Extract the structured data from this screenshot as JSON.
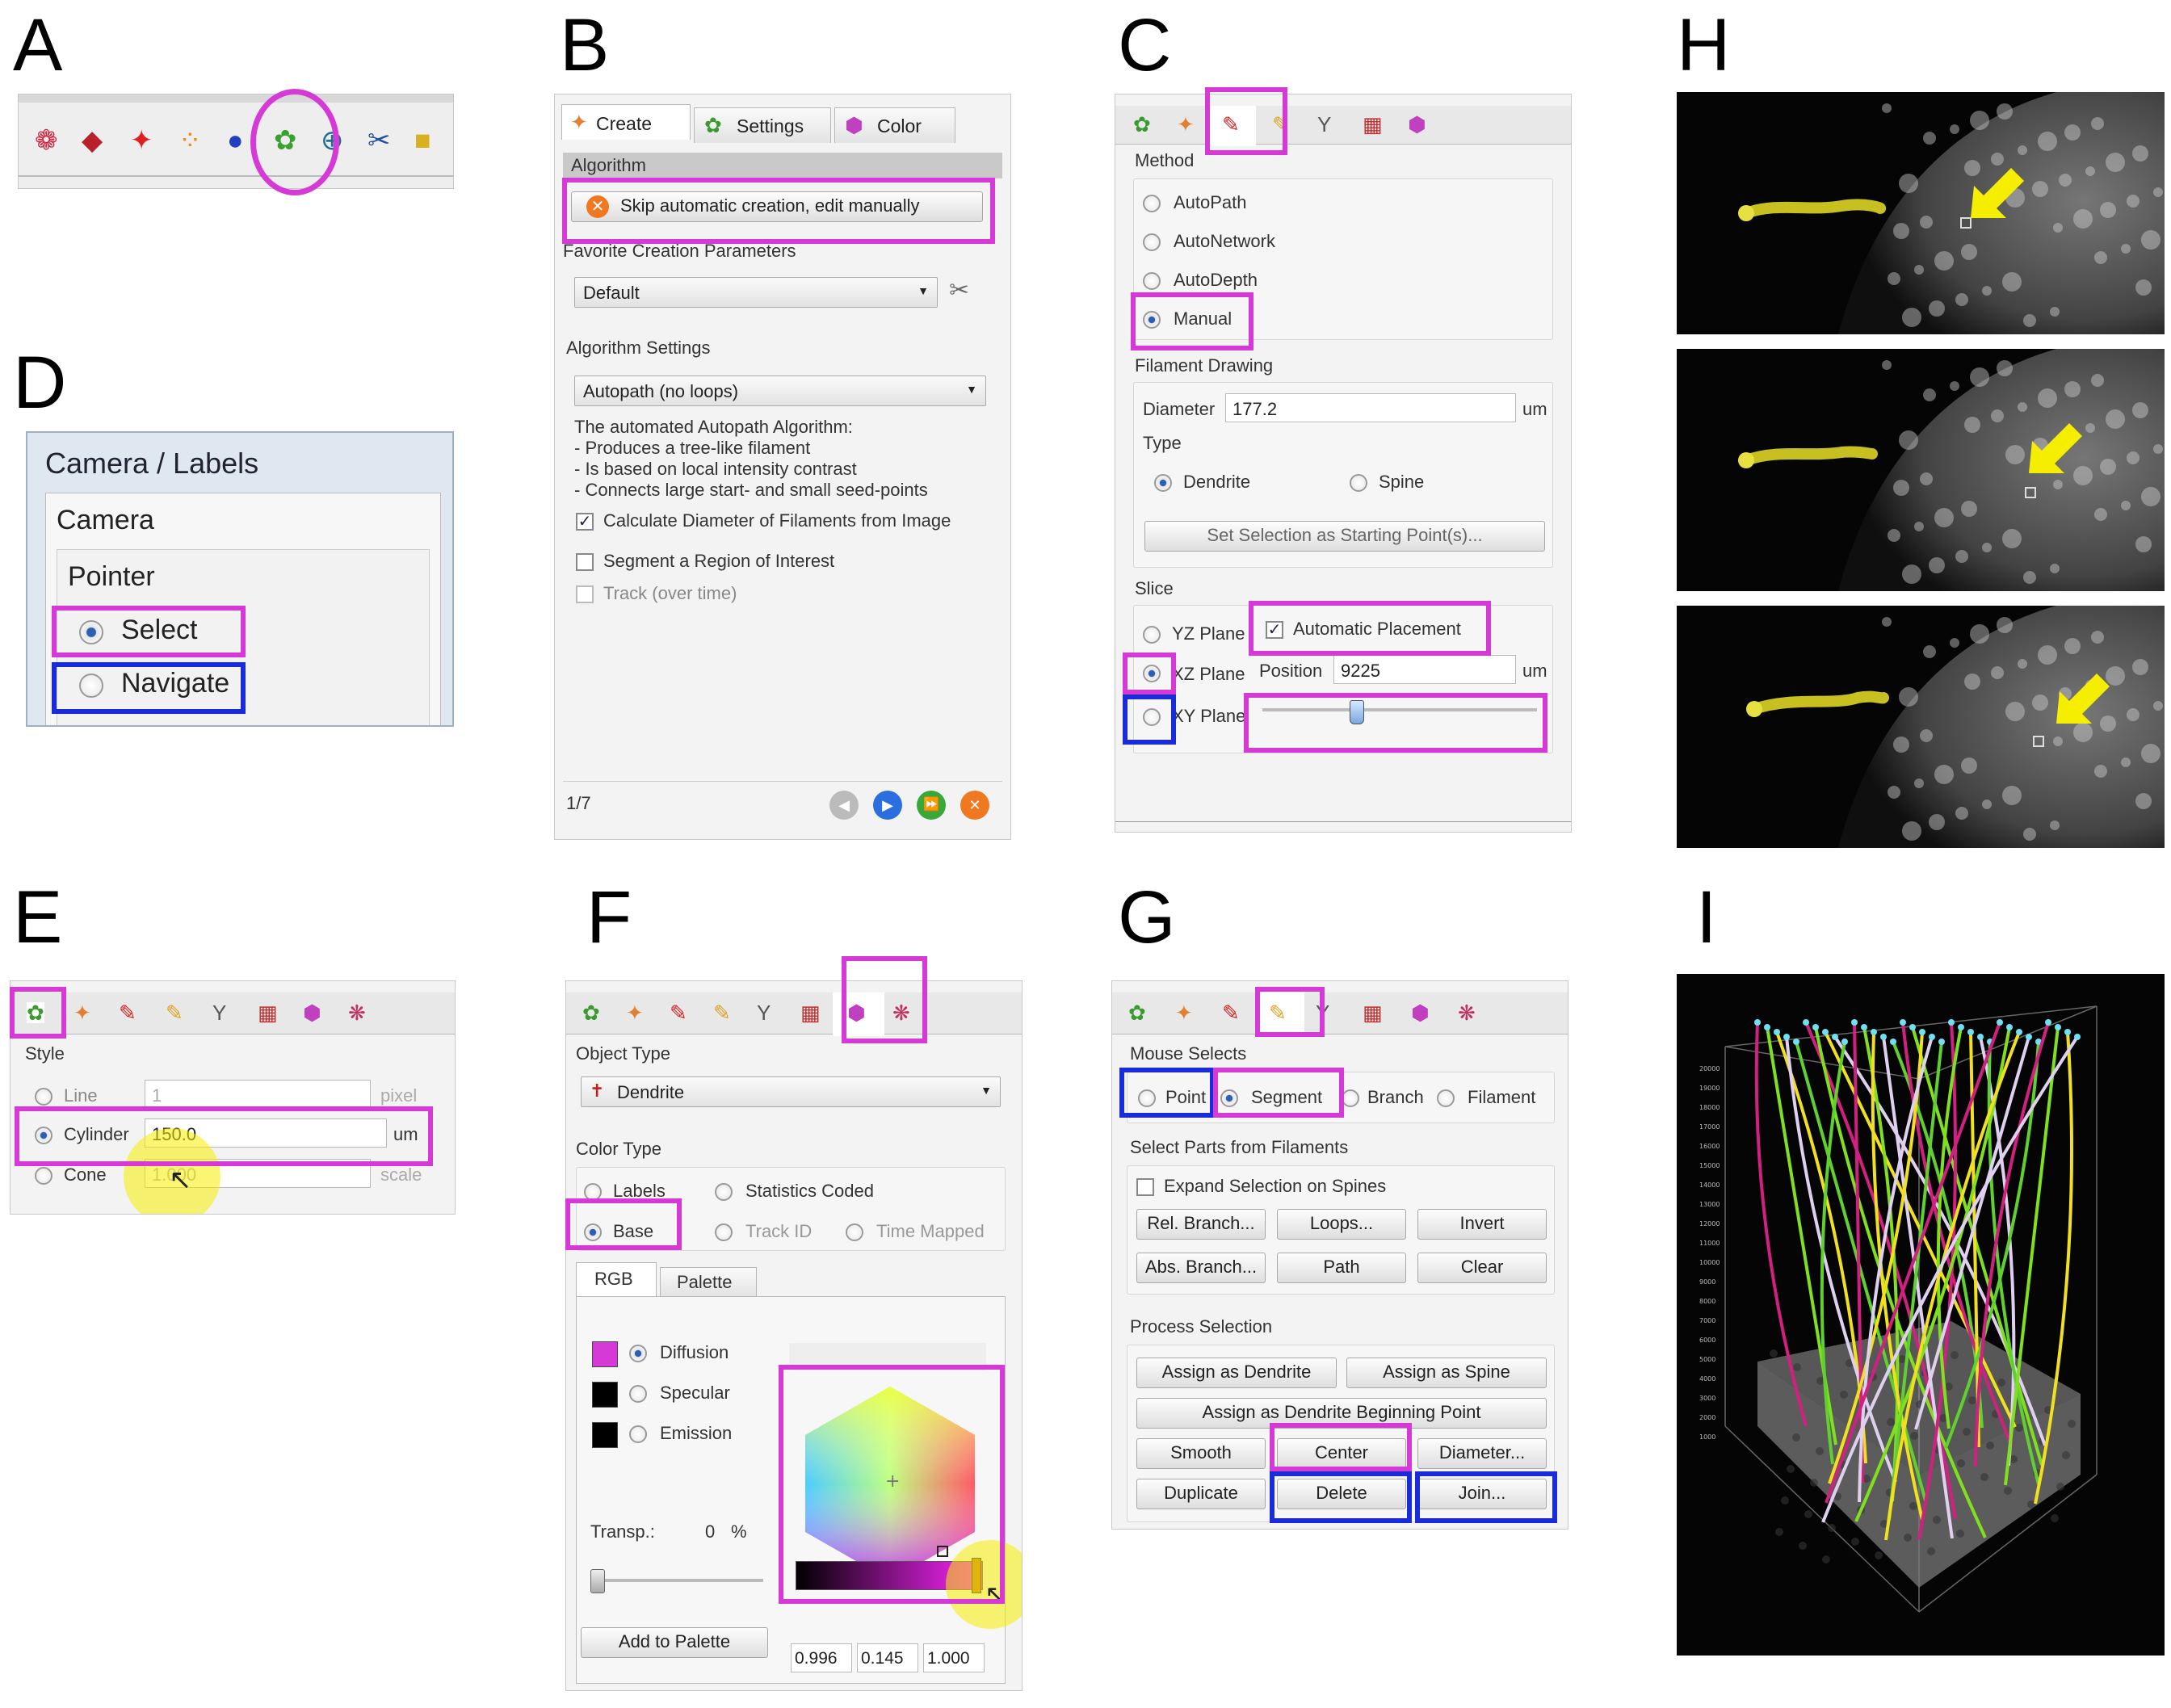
{
  "letters": {
    "a": "A",
    "b": "B",
    "c": "C",
    "d": "D",
    "e": "E",
    "f": "F",
    "g": "G",
    "h": "H",
    "i": "I"
  },
  "colors": {
    "magenta": "#d63ad6",
    "blue": "#1a2bd8",
    "dendrite_yellow": "#c8c020",
    "arrow_yellow": "#f5ee00"
  },
  "icons": {
    "a": [
      "surfaces-icon",
      "spots-red-icon",
      "measurement-points-icon",
      "spots-icon",
      "cells-icon",
      "filaments-icon",
      "reference-frame-icon",
      "clipping-plane-icon",
      "folder-icon"
    ],
    "tabs": [
      "filament-leaf-icon",
      "create-wand-icon",
      "edit-pencil-icon",
      "edit-pen-icon",
      "filter-funnel-icon",
      "statistics-chart-icon",
      "color-wheel-icon",
      "settings-gear-icon"
    ]
  },
  "panel_b": {
    "tab_create": "Create",
    "tab_settings": "Settings",
    "tab_color": "Color",
    "algorithm_header": "Algorithm",
    "skip_button": "Skip automatic creation, edit manually",
    "favorite_label": "Favorite Creation Parameters",
    "favorite_value": "Default",
    "algo_settings_label": "Algorithm Settings",
    "algo_value": "Autopath (no loops)",
    "desc": [
      "The automated Autopath Algorithm:",
      "- Produces a tree-like filament",
      "- Is based on local intensity contrast",
      "- Connects large start- and small seed-points"
    ],
    "calc_diameter": "Calculate Diameter of Filaments from Image",
    "segment_roi": "Segment a Region of Interest",
    "track": "Track (over time)",
    "page": "1/7"
  },
  "panel_c": {
    "method_label": "Method",
    "methods": [
      "AutoPath",
      "AutoNetwork",
      "AutoDepth",
      "Manual"
    ],
    "filament_drawing": "Filament Drawing",
    "diameter_label": "Diameter",
    "diameter_value": "177.2",
    "diameter_unit": "um",
    "type_label": "Type",
    "type_dendrite": "Dendrite",
    "type_spine": "Spine",
    "set_selection": "Set Selection as Starting Point(s)...",
    "slice_label": "Slice",
    "yz": "YZ Plane",
    "xz": "XZ Plane",
    "xy": "XY Plane",
    "auto_place": "Automatic Placement",
    "position_label": "Position",
    "position_value": "9225",
    "position_unit": "um"
  },
  "panel_d": {
    "title": "Camera / Labels",
    "camera": "Camera",
    "pointer": "Pointer",
    "select": "Select",
    "navigate": "Navigate"
  },
  "panel_e": {
    "style_label": "Style",
    "line": "Line",
    "line_value": "1",
    "line_unit": "pixel",
    "cylinder": "Cylinder",
    "cylinder_value": "150.0",
    "cylinder_unit": "um",
    "cone": "Cone",
    "cone_value": "1.000",
    "cone_unit": "scale"
  },
  "panel_f": {
    "object_type_label": "Object Type",
    "object_type_value": "Dendrite",
    "color_type_label": "Color Type",
    "labels": "Labels",
    "stats_coded": "Statistics Coded",
    "base": "Base",
    "track_id": "Track ID",
    "time_mapped": "Time Mapped",
    "tab_rgb": "RGB",
    "tab_palette": "Palette",
    "diffusion": "Diffusion",
    "specular": "Specular",
    "emission": "Emission",
    "transp_label": "Transp.:",
    "transp_value": "0",
    "transp_unit": "%",
    "add_palette": "Add to Palette",
    "rgb_r": "0.996",
    "rgb_g": "0.145",
    "rgb_b": "1.000"
  },
  "panel_g": {
    "mouse_selects": "Mouse Selects",
    "point": "Point",
    "segment": "Segment",
    "branch": "Branch",
    "filament": "Filament",
    "select_parts": "Select Parts from Filaments",
    "expand": "Expand Selection on Spines",
    "rel_branch": "Rel. Branch...",
    "loops": "Loops...",
    "invert": "Invert",
    "abs_branch": "Abs. Branch...",
    "path": "Path",
    "clear": "Clear",
    "process_selection": "Process Selection",
    "assign_dendrite": "Assign as Dendrite",
    "assign_spine": "Assign as Spine",
    "assign_beginning": "Assign as Dendrite Beginning Point",
    "smooth": "Smooth",
    "center": "Center",
    "diameter": "Diameter...",
    "duplicate": "Duplicate",
    "delete": "Delete",
    "join": "Join..."
  },
  "panel_i": {
    "z_ticks": [
      "20000",
      "19000",
      "18000",
      "17000",
      "16000",
      "15000",
      "14000",
      "13000",
      "12000",
      "11000",
      "10000",
      "9000",
      "8000",
      "7000",
      "6000",
      "5000",
      "4000",
      "3000",
      "2000",
      "1000"
    ]
  }
}
